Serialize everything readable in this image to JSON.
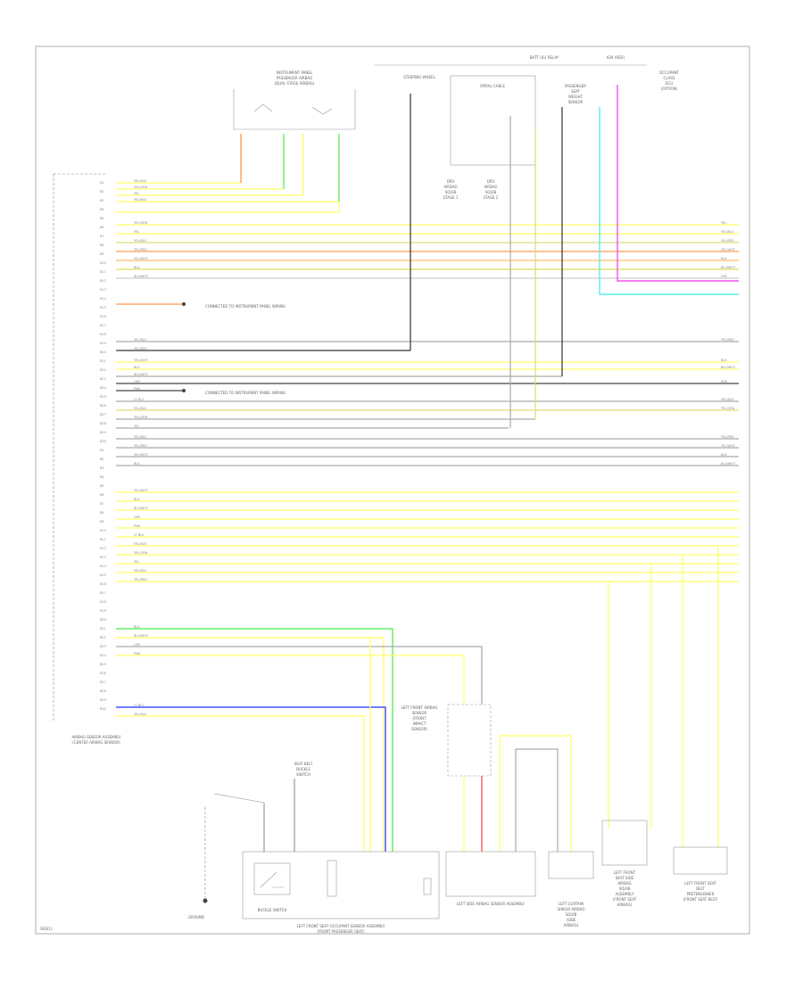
{
  "diagram": {
    "footer_code": "SRS(1)",
    "connectors": {
      "instrument_panel": [
        "INSTRUMENT PANEL",
        "PASSENGER AIRBAG",
        "(DUAL STAGE AIRBAG)"
      ],
      "steering_wheel": "STEERING WHEEL",
      "cable_spiral": "SPIRAL CABLE",
      "driver_airbag_1": [
        "DRV",
        "AIRBAG",
        "SQUIB",
        "STAGE 1"
      ],
      "driver_airbag_2": [
        "DRV",
        "AIRBAG",
        "SQUIB",
        "STAGE 2"
      ],
      "battery_top": "BATT (IG) RELAY",
      "ig_fuse": "IGN (RED)",
      "passenger_detect": [
        "PASSENGER",
        "SEAT",
        "WEIGHT",
        "SENSOR"
      ],
      "occupant_class": [
        "OCCUPANT",
        "CLASS",
        "ECU",
        "(OPTION)"
      ],
      "airbag_sensor": [
        "AIRBAG SENSOR ASSEMBLY",
        "(CENTER AIRBAG SENSOR)"
      ],
      "ground_1": "CONNECTED TO INSTRUMENT PANEL WIRING",
      "ground_2": "CONNECTED TO INSTRUMENT PANEL WIRING",
      "lh_front_sensor": [
        "LEFT FRONT AIRBAG",
        "SENSOR",
        "(FRONT",
        "IMPACT",
        "SENSOR)"
      ],
      "lh_side_sensor": "LEFT SIDE AIRBAG SENSOR ASSEMBLY",
      "lh_curtain": [
        "LEFT CURTAIN",
        "SHIELD AIRBAG",
        "SQUIB",
        "(SIDE",
        "AIRBAG)"
      ],
      "lh_front_seat_side": [
        "LEFT FRONT",
        "SEAT SIDE",
        "AIRBAG",
        "SQUIB",
        "ASSEMBLY",
        "(FRONT SEAT",
        "AIRBAG)"
      ],
      "lh_seat_belt": [
        "LEFT FRONT SEAT",
        "BELT",
        "PRETENSIONER",
        "(FRONT SEAT BELT)"
      ],
      "lh_buckle": [
        "SEAT BELT",
        "BUCKLE",
        "SWITCH"
      ],
      "seat_assembly": [
        "LEFT FRONT SEAT OCCUPANT SENSOR ASSEMBLY",
        "(FRONT PASSENGER SEAT)"
      ],
      "buckle_switch": "BUCKLE SWITCH",
      "ground_label": "GROUND"
    },
    "left_pins": [
      "B1",
      "B2",
      "B3",
      "B4",
      "B5",
      "B6",
      "B7",
      "B8",
      "B9",
      "B10",
      "B11",
      "B12",
      "B13",
      "B14",
      "B15",
      "B16",
      "B17",
      "B18",
      "B19",
      "B20",
      "B21",
      "B22",
      "B23",
      "B24",
      "B25",
      "B26",
      "B27",
      "B28",
      "B29",
      "B30"
    ],
    "wire_colors": {
      "yellow": "#ffff66",
      "green": "#66ee66",
      "blue": "#4455ff",
      "orange": "#ff9955",
      "cyan": "#55eeee",
      "magenta": "#ee55ee",
      "red": "#ff5555",
      "grey": "#999999",
      "black": "#333333"
    },
    "wire_labels": [
      "YEL/BLK",
      "YEL/GRN",
      "YEL",
      "YEL/BLU",
      "YEL/RED",
      "YEL/WHT",
      "BLK",
      "BLU/WHT",
      "GRY",
      "PNK",
      "LT BLU"
    ]
  }
}
